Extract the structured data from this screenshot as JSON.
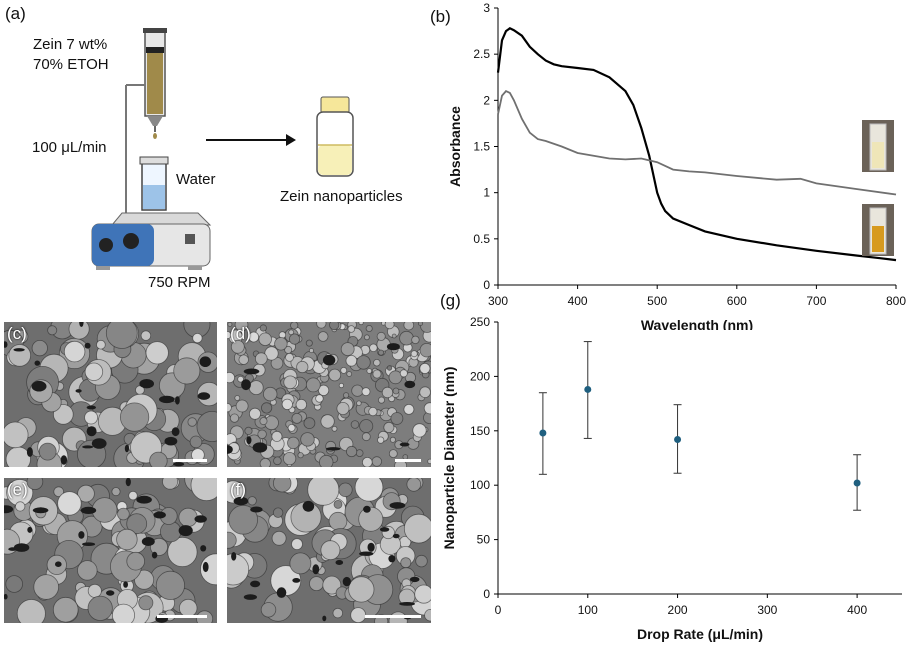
{
  "panel_a": {
    "label": "(a)",
    "solution_line1": "Zein 7 wt%",
    "solution_line2": "70% ETOH",
    "flow_rate": "100 μL/min",
    "water": "Water",
    "speed": "750 RPM",
    "product": "Zein nanoparticles"
  },
  "sem": [
    {
      "label": "(c)"
    },
    {
      "label": "(d)"
    },
    {
      "label": "(e)"
    },
    {
      "label": "(f)"
    }
  ],
  "chart_data": [
    {
      "panel": "(b)",
      "type": "line",
      "xlabel": "Wavelength (nm)",
      "ylabel": "Absorbance",
      "xlim": [
        300,
        800
      ],
      "ylim": [
        0,
        3
      ],
      "xticks": [
        300,
        400,
        500,
        600,
        700,
        800
      ],
      "yticks": [
        0,
        0.5,
        1,
        1.5,
        2,
        2.5,
        3
      ],
      "grid": false,
      "series": [
        {
          "color": "#000000",
          "x": [
            300,
            305,
            310,
            315,
            320,
            330,
            340,
            350,
            360,
            370,
            380,
            400,
            420,
            440,
            460,
            470,
            480,
            490,
            500,
            505,
            510,
            520,
            540,
            560,
            600,
            650,
            700,
            750,
            780,
            800
          ],
          "y": [
            2.3,
            2.65,
            2.75,
            2.78,
            2.76,
            2.7,
            2.58,
            2.5,
            2.43,
            2.39,
            2.37,
            2.35,
            2.33,
            2.25,
            2.1,
            1.95,
            1.7,
            1.4,
            1.0,
            0.88,
            0.8,
            0.72,
            0.65,
            0.58,
            0.5,
            0.43,
            0.37,
            0.32,
            0.29,
            0.27
          ]
        },
        {
          "color": "#707070",
          "x": [
            300,
            305,
            310,
            315,
            320,
            330,
            340,
            350,
            360,
            380,
            400,
            420,
            440,
            460,
            480,
            500,
            520,
            540,
            560,
            600,
            650,
            680,
            700,
            750,
            800
          ],
          "y": [
            1.85,
            2.05,
            2.1,
            2.08,
            2.0,
            1.8,
            1.65,
            1.58,
            1.56,
            1.5,
            1.43,
            1.4,
            1.37,
            1.36,
            1.37,
            1.33,
            1.25,
            1.23,
            1.22,
            1.18,
            1.14,
            1.15,
            1.1,
            1.04,
            0.98
          ]
        }
      ]
    },
    {
      "panel": "(g)",
      "type": "scatter",
      "xlabel": "Drop Rate (μL/min)",
      "ylabel": "Nanoparticle  Diameter (nm)",
      "xlim": [
        0,
        450
      ],
      "ylim": [
        0,
        250
      ],
      "xticks": [
        0,
        100,
        200,
        300,
        400
      ],
      "yticks": [
        0,
        50,
        100,
        150,
        200,
        250
      ],
      "grid": false,
      "point_color": "#1f5f7f",
      "points": [
        {
          "x": 50,
          "y": 148,
          "ylow": 110,
          "yhigh": 185
        },
        {
          "x": 100,
          "y": 188,
          "ylow": 143,
          "yhigh": 232
        },
        {
          "x": 200,
          "y": 142,
          "ylow": 111,
          "yhigh": 174
        },
        {
          "x": 400,
          "y": 102,
          "ylow": 77,
          "yhigh": 128
        }
      ]
    }
  ]
}
